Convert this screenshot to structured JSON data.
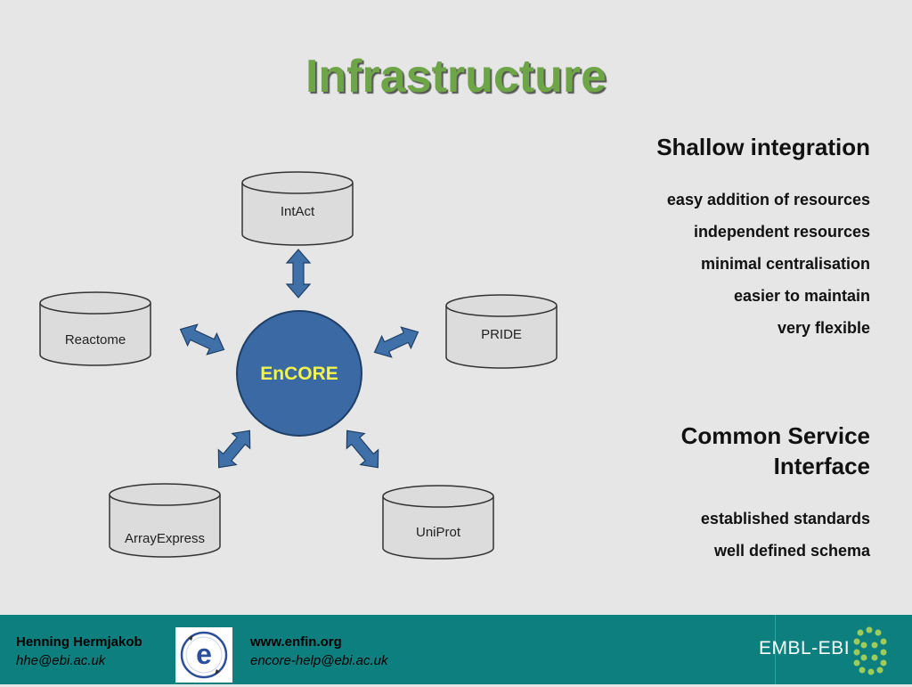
{
  "slide": {
    "title": "Infrastructure"
  },
  "diagram": {
    "center": "EnCORE",
    "databases": {
      "intact": "IntAct",
      "reactome": "Reactome",
      "pride": "PRIDE",
      "arrayexpress": "ArrayExpress",
      "uniprot": "UniProt"
    },
    "colors": {
      "center_fill": "#3a69a4",
      "center_text": "#f2f250",
      "arrow_fill": "#3f70a8",
      "cylinder_fill": "#dcdcdc"
    }
  },
  "panel": {
    "heading1": "Shallow integration",
    "items1": [
      "easy addition of resources",
      "independent resources",
      "minimal centralisation",
      "easier to maintain",
      "very flexible"
    ],
    "heading2_line1": "Common Service",
    "heading2_line2": "Interface",
    "items2": [
      "established standards",
      "well defined schema"
    ]
  },
  "footer": {
    "name": "Henning Hermjakob",
    "email": "hhe@ebi.ac.uk",
    "url": "www.enfin.org",
    "help_email": "encore-help@ebi.ac.uk",
    "logo_letter": "e",
    "institute": "EMBL-EBI",
    "background": "#0d7f7f"
  }
}
